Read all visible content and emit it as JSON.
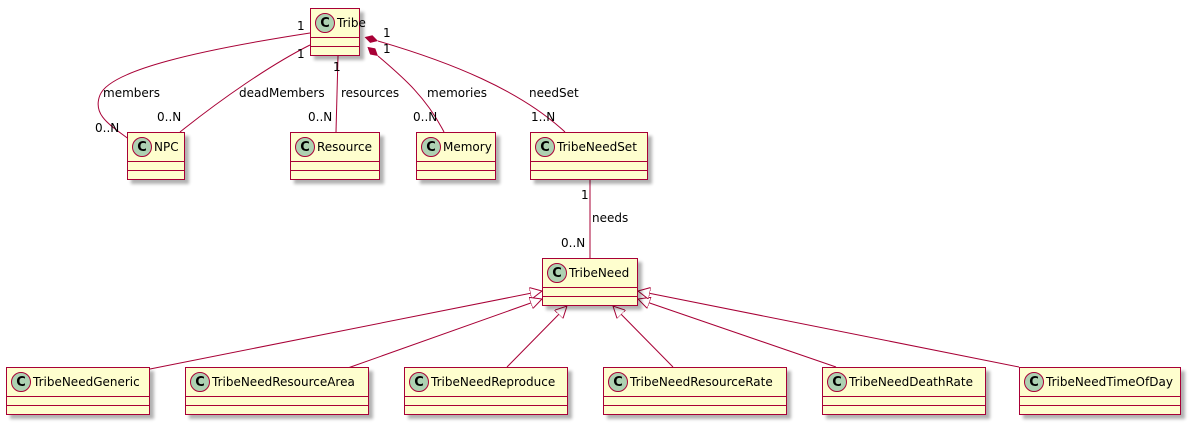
{
  "diagram": {
    "type": "uml-class",
    "colors": {
      "border": "#A80036",
      "fill": "#FEFECE",
      "circle": "#ADD1B2"
    },
    "classes": [
      {
        "id": "Tribe",
        "name": "Tribe",
        "stereotype_glyph": "C"
      },
      {
        "id": "NPC",
        "name": "NPC",
        "stereotype_glyph": "C"
      },
      {
        "id": "Resource",
        "name": "Resource",
        "stereotype_glyph": "C"
      },
      {
        "id": "Memory",
        "name": "Memory",
        "stereotype_glyph": "C"
      },
      {
        "id": "TribeNeedSet",
        "name": "TribeNeedSet",
        "stereotype_glyph": "C"
      },
      {
        "id": "TribeNeed",
        "name": "TribeNeed",
        "stereotype_glyph": "C"
      },
      {
        "id": "TribeNeedGeneric",
        "name": "TribeNeedGeneric",
        "stereotype_glyph": "C"
      },
      {
        "id": "TribeNeedResourceArea",
        "name": "TribeNeedResourceArea",
        "stereotype_glyph": "C"
      },
      {
        "id": "TribeNeedReproduce",
        "name": "TribeNeedReproduce",
        "stereotype_glyph": "C"
      },
      {
        "id": "TribeNeedResourceRate",
        "name": "TribeNeedResourceRate",
        "stereotype_glyph": "C"
      },
      {
        "id": "TribeNeedDeathRate",
        "name": "TribeNeedDeathRate",
        "stereotype_glyph": "C"
      },
      {
        "id": "TribeNeedTimeOfDay",
        "name": "TribeNeedTimeOfDay",
        "stereotype_glyph": "C"
      }
    ],
    "compositions": [
      {
        "from": "Tribe",
        "to": "NPC",
        "label": "members",
        "from_mult": "1",
        "to_mult": "0..N"
      },
      {
        "from": "Tribe",
        "to": "NPC",
        "label": "deadMembers",
        "from_mult": "1",
        "to_mult": "0..N"
      },
      {
        "from": "Tribe",
        "to": "Resource",
        "label": "resources",
        "from_mult": "1",
        "to_mult": "0..N"
      },
      {
        "from": "Tribe",
        "to": "Memory",
        "label": "memories",
        "from_mult": "1",
        "to_mult": "0..N"
      },
      {
        "from": "Tribe",
        "to": "TribeNeedSet",
        "label": "needSet",
        "from_mult": "1",
        "to_mult": "1..N"
      },
      {
        "from": "TribeNeedSet",
        "to": "TribeNeed",
        "label": "needs",
        "from_mult": "1",
        "to_mult": "0..N"
      }
    ],
    "generalizations": [
      {
        "child": "TribeNeedGeneric",
        "parent": "TribeNeed"
      },
      {
        "child": "TribeNeedResourceArea",
        "parent": "TribeNeed"
      },
      {
        "child": "TribeNeedReproduce",
        "parent": "TribeNeed"
      },
      {
        "child": "TribeNeedResourceRate",
        "parent": "TribeNeed"
      },
      {
        "child": "TribeNeedDeathRate",
        "parent": "TribeNeed"
      },
      {
        "child": "TribeNeedTimeOfDay",
        "parent": "TribeNeed"
      }
    ]
  }
}
